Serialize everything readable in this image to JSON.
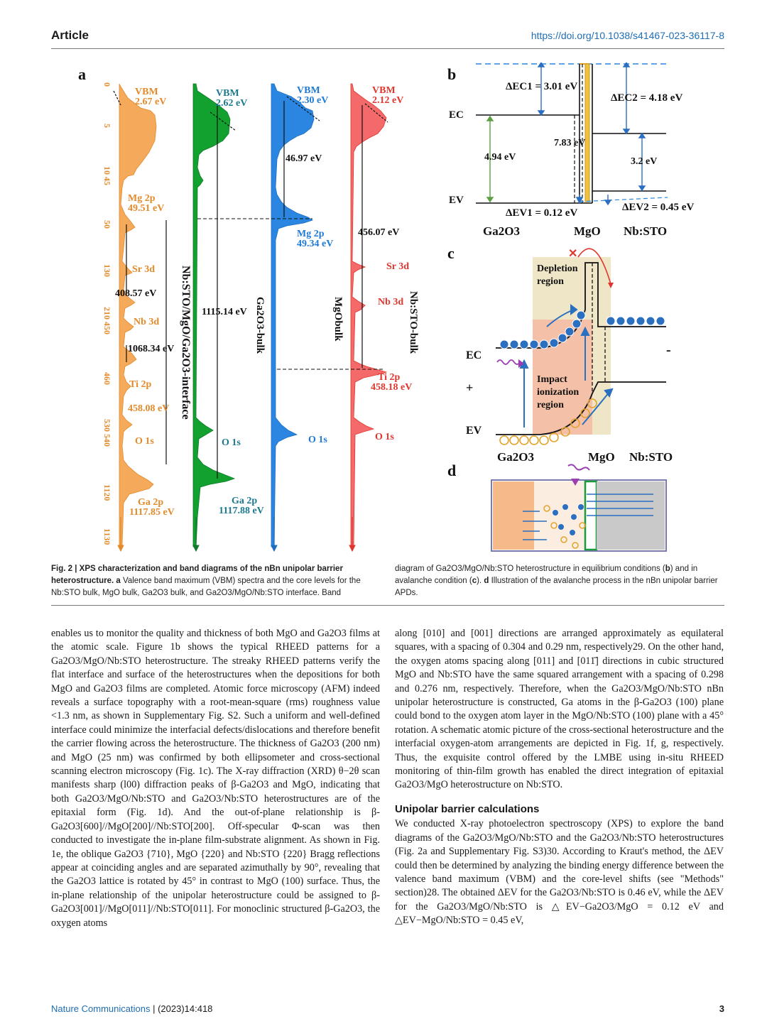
{
  "header": {
    "section": "Article",
    "doi": "https://doi.org/10.1038/s41467-023-36117-8"
  },
  "figure": {
    "panel_a": {
      "letter": "a",
      "axis_ticks": [
        "0",
        "5",
        "10 45",
        "50",
        "130",
        "210 450",
        "460",
        "530 540",
        "1120",
        "1130"
      ],
      "vbm": [
        {
          "label": "VBM",
          "value": "2.67 eV"
        },
        {
          "label": "VBM",
          "value": "2.62 eV"
        },
        {
          "label": "VBM",
          "value": "2.30 eV"
        },
        {
          "label": "VBM",
          "value": "2.12 eV"
        }
      ],
      "labels": {
        "mg2p_a": "Mg 2p",
        "mg2p_a_val": "49.51 eV",
        "sr3d_a": "Sr 3d",
        "nb3d_a": "Nb 3d",
        "ti2p_a": "Ti 2p",
        "ti2p_a_val": "458.08 eV",
        "o1s_a": "O 1s",
        "ga2p_a": "Ga 2p",
        "ga2p_a_val": "1117.85 eV",
        "d1": "408.57 eV",
        "d2": "1068.34 eV",
        "d3": "1115.14 eV",
        "d4": "46.97 eV",
        "d5": "456.07 eV",
        "mg2p_c": "Mg 2p",
        "mg2p_c_val": "49.34 eV",
        "sr3d_d": "Sr 3d",
        "nb3d_d": "Nb 3d",
        "ti2p_d": "Ti 2p",
        "ti2p_d_val": "458.18 eV",
        "o1s_b": "O 1s",
        "o1s_c": "O 1s",
        "o1s_d": "O 1s",
        "ga2p_b": "Ga 2p",
        "ga2p_b_val": "1117.88 eV",
        "spec1": "Nb:STO/MgO/Ga2O3-interface",
        "spec2": "Ga2O3-bulk",
        "spec3": "MgObulk",
        "spec4": "Nb:STO-bulk"
      }
    },
    "panel_b": {
      "letter": "b",
      "dEc1": "ΔEC1 = 3.01 eV",
      "dEc2": "ΔEC2 = 4.18 eV",
      "Ec": "EC",
      "Ev": "EV",
      "gap1": "4.94 eV",
      "gap2": "7.83 eV",
      "gap3": "3.2 eV",
      "dEv1": "ΔEV1 = 0.12 eV",
      "dEv2": "ΔEV2 = 0.45 eV",
      "m1": "Ga2O3",
      "m2": "MgO",
      "m3": "Nb:STO"
    },
    "panel_c": {
      "letter": "c",
      "depletion": "Depletion region",
      "impact": "Impact ionization region",
      "Ec": "EC",
      "Ev": "EV",
      "plus": "+",
      "minus": "-",
      "m1": "Ga2O3",
      "m2": "MgO",
      "m3": "Nb:STO"
    },
    "panel_d": {
      "letter": "d"
    }
  },
  "caption": {
    "fig_label": "Fig. 2 |",
    "title": "XPS characterization and band diagrams of the nBn unipolar barrier heterostructure.",
    "a_tag": "a",
    "a_text": "Valence band maximum (VBM) spectra and the core levels for the Nb:STO bulk, MgO bulk, Ga2O3 bulk, and Ga2O3/MgO/Nb:STO interface. Band",
    "right_text_1": "diagram of Ga2O3/MgO/Nb:STO heterostructure in equilibrium conditions (",
    "b_tag": "b",
    "right_text_2": ") and in avalanche condition (",
    "c_tag": "c",
    "right_text_3": "). ",
    "d_tag": "d",
    "right_text_4": "Illustration of the avalanche process in the nBn unipolar barrier APDs."
  },
  "body": {
    "left_col": "enables us to monitor the quality and thickness of both MgO and Ga2O3 films at the atomic scale. Figure 1b shows the typical RHEED patterns for a Ga2O3/MgO/Nb:STO heterostructure. The streaky RHEED patterns verify the flat interface and surface of the heterostructures when the depositions for both MgO and Ga2O3 films are completed. Atomic force microscopy (AFM) indeed reveals a surface topography with a root-mean-square (rms) roughness value <1.3 nm, as shown in Supplementary Fig. S2. Such a uniform and well-defined interface could minimize the interfacial defects/dislocations and therefore benefit the carrier flowing across the heterostructure. The thickness of Ga2O3 (200 nm) and MgO (25 nm) was confirmed by both ellipsometer and cross-sectional scanning electron microscopy (Fig. 1c). The X-ray diffraction (XRD) θ−2θ scan manifests sharp (l00) diffraction peaks of β-Ga2O3 and MgO, indicating that both Ga2O3/MgO/Nb:STO and Ga2O3/Nb:STO heterostructures are of the epitaxial form (Fig. 1d). And the out-of-plane relationship is β-Ga2O3[600]//MgO[200]//Nb:STO[200]. Off-specular Φ-scan was then conducted to investigate the in-plane film-substrate alignment. As shown in Fig. 1e, the oblique Ga2O3 {710}, MgO {220} and Nb:STO {220} Bragg reflections appear at coinciding angles and are separated azimuthally by 90°, revealing that the Ga2O3 lattice is rotated by 45° in contrast to MgO (100) surface. Thus, the in-plane relationship of the unipolar heterostructure could be assigned to β-Ga2O3[001]//MgO[011]//Nb:STO[011]. For monoclinic structured β-Ga2O3, the oxygen atoms",
    "right_col_p1": "along [010] and [001] directions are arranged approximately as equilateral squares, with a spacing of 0.304 and 0.29 nm, respectively29. On the other hand, the oxygen atoms spacing along [011] and [011̄] directions in cubic structured MgO and Nb:STO have the same squared arrangement with a spacing of 0.298 and 0.276 nm, respectively. Therefore, when the Ga2O3/MgO/Nb:STO nBn unipolar heterostructure is constructed, Ga atoms in the β-Ga2O3 (100) plane could bond to the oxygen atom layer in the MgO/Nb:STO (100) plane with a 45° rotation. A schematic atomic picture of the cross-sectional heterostructure and the interfacial oxygen-atom arrangements are depicted in Fig. 1f, g, respectively. Thus, the exquisite control offered by the LMBE using in-situ RHEED monitoring of thin-film growth has enabled the direct integration of epitaxial Ga2O3/MgO heterostructure on Nb:STO.",
    "section_title": "Unipolar barrier calculations",
    "right_col_p2": "We conducted X-ray photoelectron spectroscopy (XPS) to explore the band diagrams of the Ga2O3/MgO/Nb:STO and the Ga2O3/Nb:STO heterostructures (Fig. 2a and Supplementary Fig. S3)30. According to Kraut's method, the ΔEV could then be determined by analyzing the binding energy difference between the valence band maximum (VBM) and the core-level shifts (see \"Methods\" section)28. The obtained ΔEV for the Ga2O3/Nb:STO is 0.46 eV, while the ΔEV for the Ga2O3/MgO/Nb:STO is △EV−Ga2O3/MgO = 0.12 eV and △EV−MgO/Nb:STO = 0.45 eV,"
  },
  "footer": {
    "journal": "Nature Communications",
    "issue": "| (2023)14:418",
    "page": "3"
  },
  "colors": {
    "orange": "#f4a95c",
    "green": "#159a2e",
    "blue": "#2a86e0",
    "red": "#f26b6b",
    "link": "#1e6db5"
  }
}
